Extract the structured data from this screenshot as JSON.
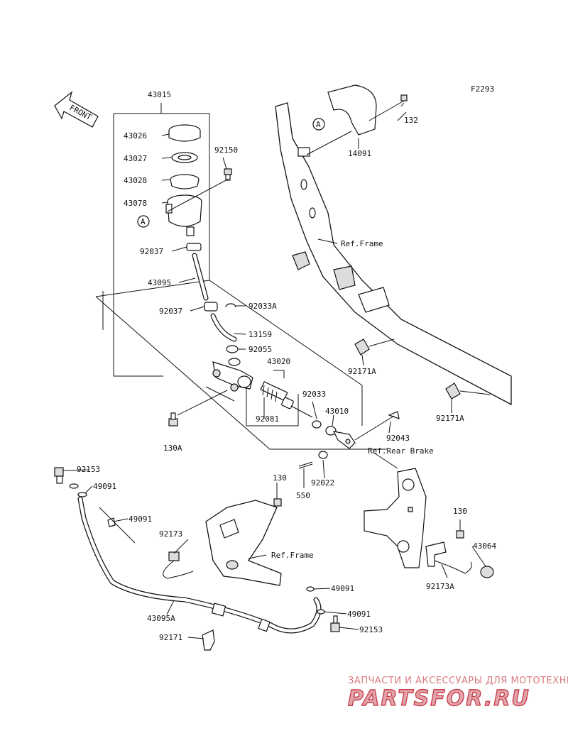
{
  "figure_code": "F2293",
  "front_label": "FRONT",
  "callout_letter": "A",
  "part_labels": {
    "p43015": "43015",
    "p43026": "43026",
    "p43027": "43027",
    "p43028": "43028",
    "p43078": "43078",
    "p92150": "92150",
    "p92037a": "92037",
    "p43095": "43095",
    "p92037b": "92037",
    "p92033A": "92033A",
    "p13159": "13159",
    "p92055": "92055",
    "p43020": "43020",
    "p92033": "92033",
    "p92081": "92081",
    "p43010": "43010",
    "p130A": "130A",
    "p92043": "92043",
    "p92022": "92022",
    "p550": "550",
    "p132": "132",
    "p14091": "14091",
    "p92171A_1": "92171A",
    "p92171A_2": "92171A",
    "p92153a": "92153",
    "p49091a": "49091",
    "p49091b": "49091",
    "p130a": "130",
    "p92173": "92173",
    "p43095A": "43095A",
    "p92171": "92171",
    "p49091c": "49091",
    "p49091d": "49091",
    "p92153b": "92153",
    "p130b": "130",
    "p43064": "43064",
    "p92173A": "92173A"
  },
  "refs": {
    "frame_upper": "Ref.Frame",
    "frame_lower": "Ref.Frame",
    "rear_brake": "Ref.Rear Brake"
  },
  "watermark": {
    "tagline": "ЗАПЧАСТИ И АКСЕССУАРЫ ДЛЯ МОТОТЕХНИКИ",
    "brand": "PARTSFOR.RU"
  }
}
